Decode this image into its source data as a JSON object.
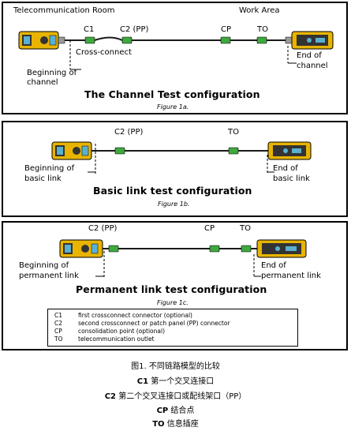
{
  "panel1": {
    "room_label": "Telecommunication Room",
    "area_label": "Work Area",
    "c1": "C1",
    "c2": "C2 (PP)",
    "cp": "CP",
    "to": "TO",
    "cross_connect": "Cross-connect",
    "begin_1": "Beginning of",
    "begin_2": "channel",
    "end_1": "End of",
    "end_2": "channel",
    "title": "The Channel Test configuration",
    "figure": "Figure 1a."
  },
  "panel2": {
    "c2": "C2 (PP)",
    "to": "TO",
    "begin_1": "Beginning of",
    "begin_2": "basic link",
    "end_1": "End of",
    "end_2": "basic link",
    "title": "Basic link test configuration",
    "figure": "Figure 1b."
  },
  "panel3": {
    "c2": "C2 (PP)",
    "cp": "CP",
    "to": "TO",
    "begin_1": "Beginning of",
    "begin_2": "permanent link",
    "end_1": "End of",
    "end_2": "permanent link",
    "title": "Permanent link test configuration",
    "figure": "Figure 1c."
  },
  "legend": [
    {
      "code": "C1",
      "text": "first crossconnect connector (optional)"
    },
    {
      "code": "C2",
      "text": "second  crossconnect or patch panel (PP) connector"
    },
    {
      "code": "CP",
      "text": "consolidation point (optional)"
    },
    {
      "code": "TO",
      "text": "telecommunication outlet"
    }
  ],
  "caption": {
    "title": "图1. 不同链路模型的比较",
    "line1_code": "C1",
    "line1_text": " 第一个交叉连接口",
    "line2_code": "C2",
    "line2_text": " 第二个交叉连接口或配线架口（PP）",
    "line3_code": "CP",
    "line3_text": " 结合点",
    "line4_code": "TO",
    "line4_text": " 信息插座"
  },
  "colors": {
    "tester_body": "#e8b400",
    "tester_dark": "#333333",
    "screen": "#5ab0d0",
    "connector": "#3fa83f",
    "cable": "#1a1a1a"
  }
}
